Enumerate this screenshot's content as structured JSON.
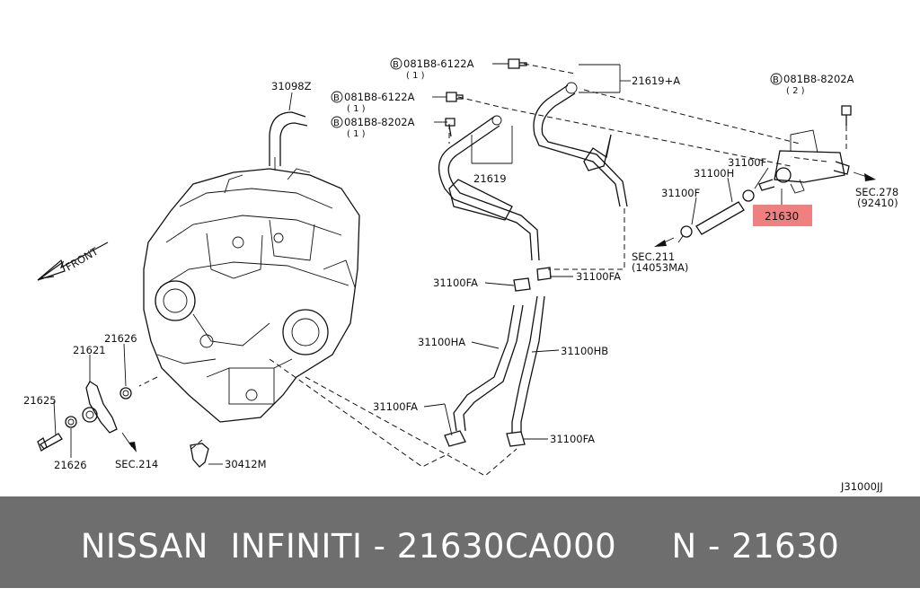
{
  "diagram": {
    "labels": {
      "bolt_6122_a": "081B8-6122A",
      "bolt_6122_a_qty": "( 1 )",
      "bolt_6122_b": "081B8-6122A",
      "bolt_6122_b_qty": "( 1 )",
      "bolt_8202_a": "081B8-8202A",
      "bolt_8202_a_qty": "( 1 )",
      "bolt_8202_b": "081B8-8202A",
      "bolt_8202_b_qty": "( 2 )",
      "bolt_circle_letter": "B",
      "p21619a": "21619+A",
      "p21619": "21619",
      "p31098z": "31098Z",
      "p31100h": "31100H",
      "p31100f_a": "31100F",
      "p31100f_b": "31100F",
      "p21630": "21630",
      "sec278": "SEC.278",
      "sec278_ref": "(92410)",
      "sec211": "SEC.211",
      "sec211_ref": "(14053MA)",
      "p31100fa_1": "31100FA",
      "p31100fa_2": "31100FA",
      "p31100fa_3": "31100FA",
      "p31100fa_4": "31100FA",
      "p31100ha": "31100HA",
      "p31100hb": "31100HB",
      "p21626_a": "21626",
      "p21626_b": "21626",
      "p21621": "21621",
      "p21625": "21625",
      "sec214": "SEC.214",
      "p30412m": "30412M",
      "front": "FRONT",
      "code": "J31000JJ"
    },
    "highlight_color": "#f08080"
  },
  "footer": {
    "caption": "NISSAN  INFINITI - 21630CA000     N - 21630"
  }
}
